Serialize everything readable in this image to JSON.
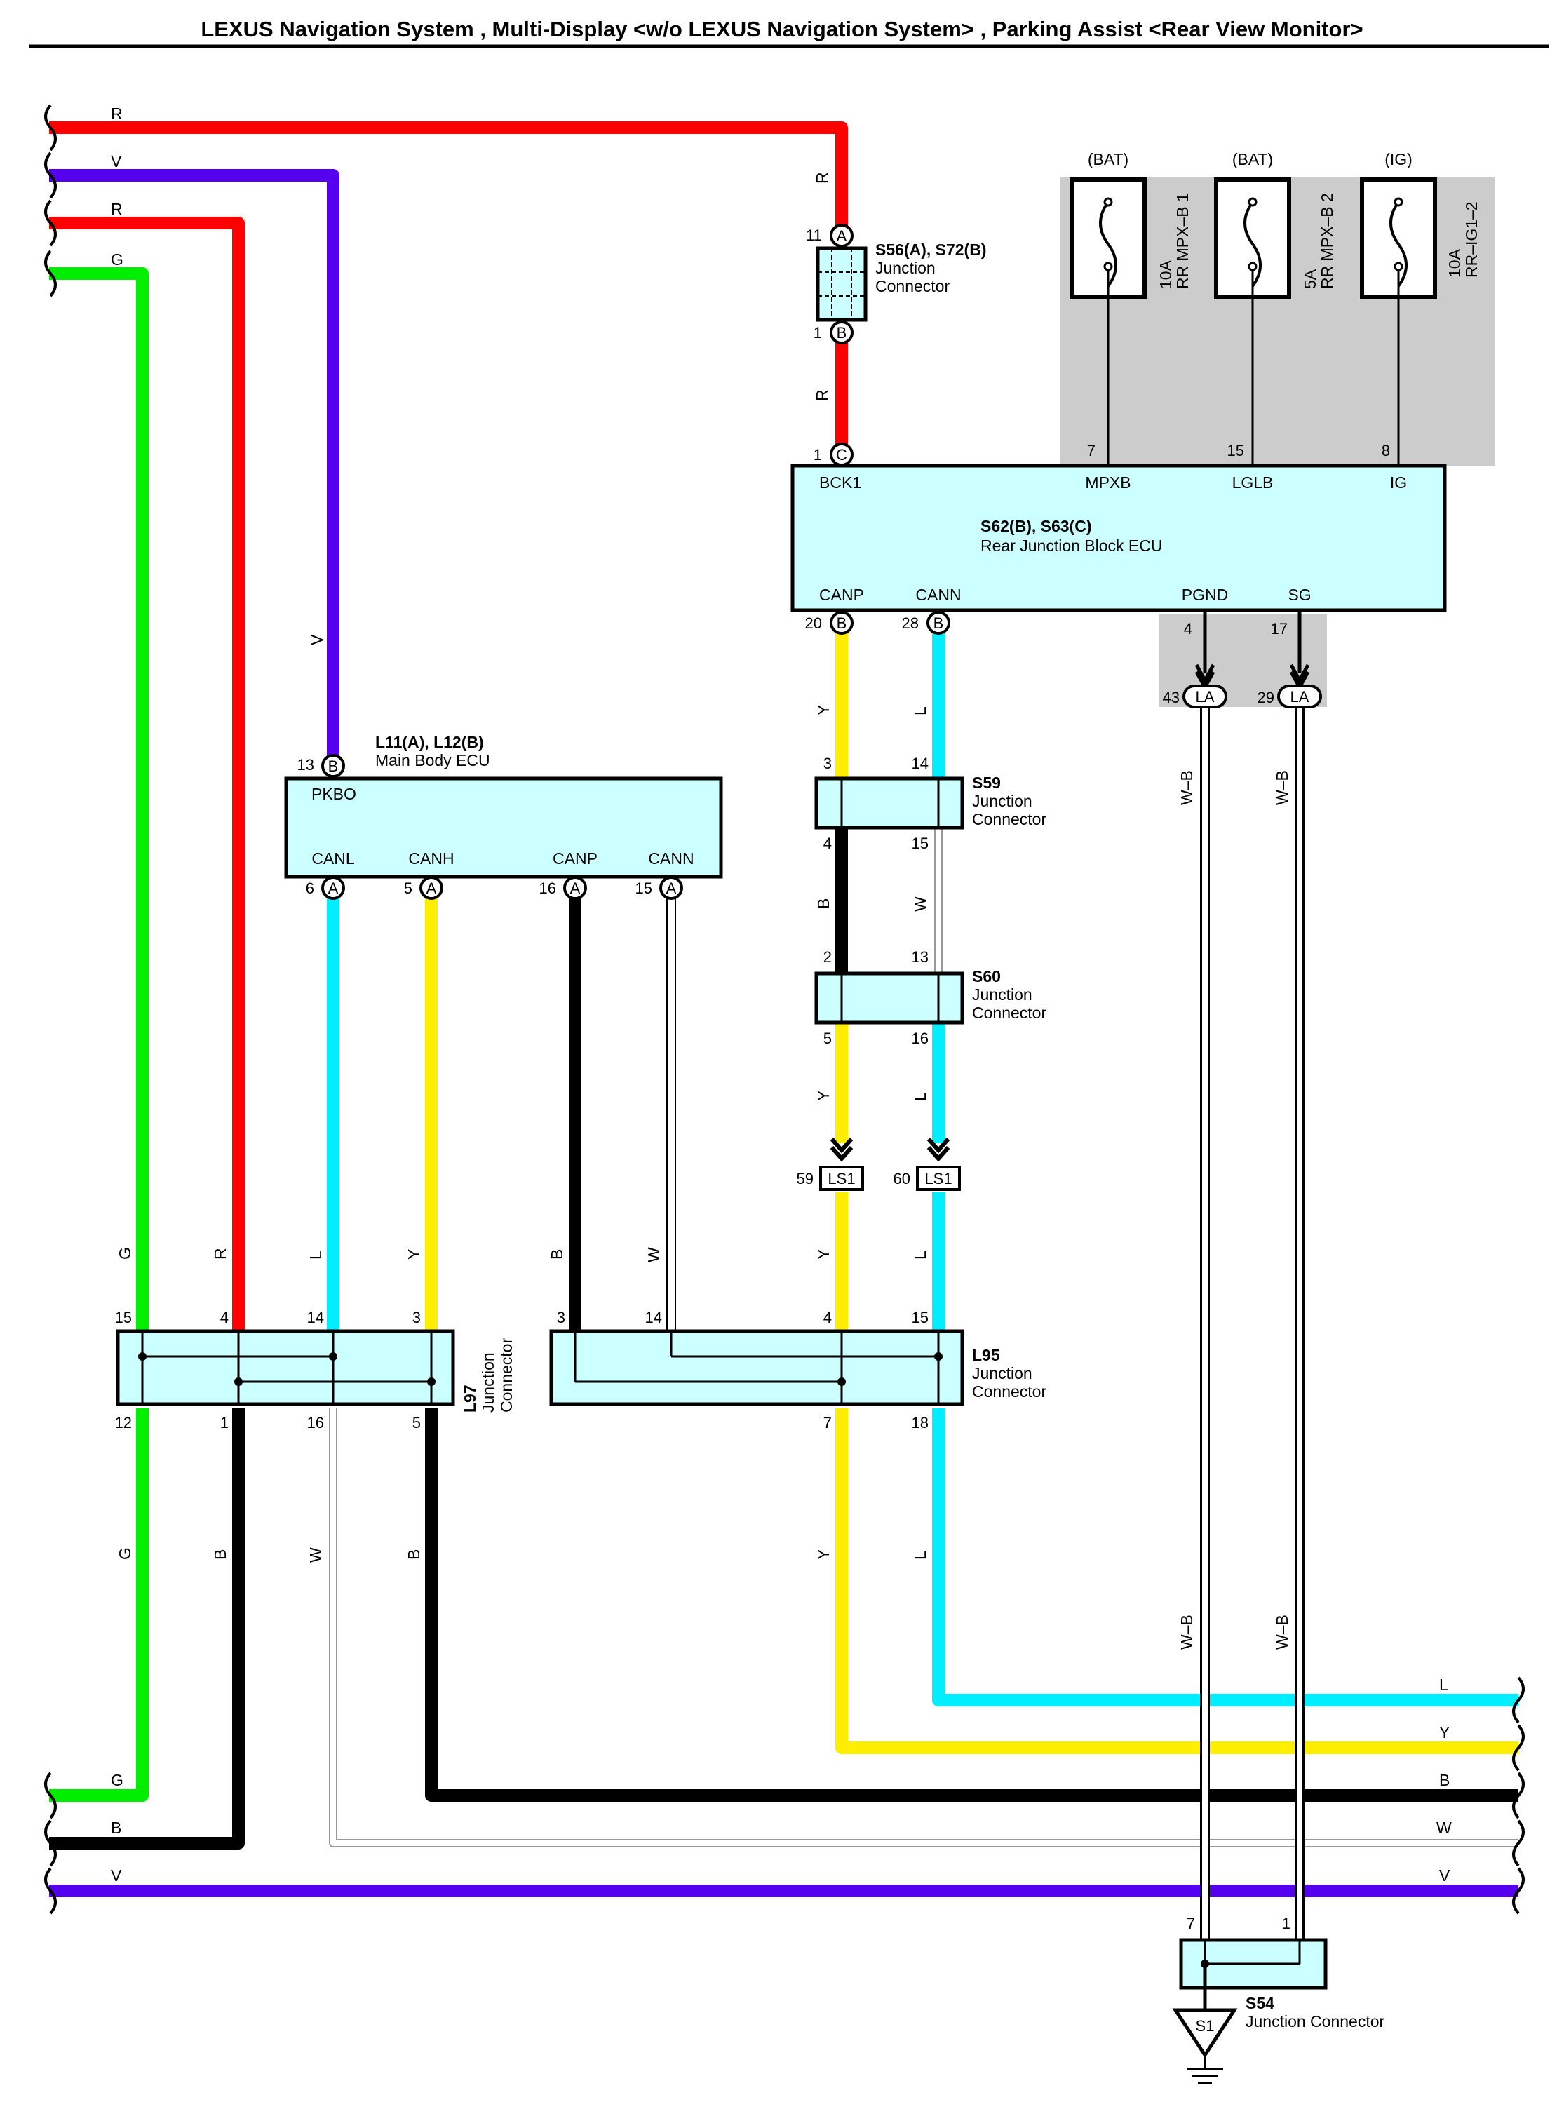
{
  "title": "LEXUS Navigation System , Multi-Display <w/o LEXUS Navigation System> , Parking Assist <Rear View Monitor>",
  "colors": {
    "R": "#ff0000",
    "V": "#5500ee",
    "G": "#00ee00",
    "L": "#00eeff",
    "Y": "#ffee00",
    "B": "#000000",
    "W": "#aaaaaa",
    "W-B": "#000000"
  },
  "wire_codes": {
    "R": "R",
    "V": "V",
    "G": "G",
    "L": "L",
    "Y": "Y",
    "B": "B",
    "W": "W",
    "WB": "W–B"
  },
  "fuses": [
    {
      "source": "(BAT)",
      "rating": "10A",
      "name": "RR MPX–B 1",
      "pin": "7",
      "terminal": "MPXB"
    },
    {
      "source": "(BAT)",
      "rating": "5A",
      "name": "RR MPX–B 2",
      "pin": "15",
      "terminal": "LGLB"
    },
    {
      "source": "(IG)",
      "rating": "10A",
      "name": "RR–IG1–2",
      "pin": "8",
      "terminal": "IG"
    }
  ],
  "s56": {
    "label": "S56(A), S72(B)",
    "desc1": "Junction",
    "desc2": "Connector",
    "pin_top": "11",
    "letter_top": "A",
    "pin_bottom": "1",
    "letter_bottom": "B"
  },
  "rear_ecu": {
    "label": "S62(B), S63(C)",
    "desc": "Rear Junction Block ECU",
    "bck1": "BCK1",
    "bck1_pin": "1",
    "bck1_letter": "C",
    "canp": "CANP",
    "canp_pin": "20",
    "canp_letter": "B",
    "cann": "CANN",
    "cann_pin": "28",
    "cann_letter": "B",
    "pgnd": "PGND",
    "pgnd_pin": "4",
    "sg": "SG",
    "sg_pin": "17"
  },
  "la": {
    "letter": "LA",
    "pin1": "43",
    "pin2": "29"
  },
  "main_ecu": {
    "label": "L11(A), L12(B)",
    "desc": "Main Body ECU",
    "pkbo": "PKBO",
    "pkbo_pin": "13",
    "pkbo_letter": "B",
    "canl": "CANL",
    "canl_pin": "6",
    "canh": "CANH",
    "canh_pin": "5",
    "canp": "CANP",
    "canp_pin": "16",
    "cann": "CANN",
    "cann_pin": "15",
    "letter": "A"
  },
  "s59": {
    "name": "S59",
    "desc1": "Junction",
    "desc2": "Connector",
    "p1": "3",
    "p2": "14",
    "p3": "4",
    "p4": "15"
  },
  "s60": {
    "name": "S60",
    "desc1": "Junction",
    "desc2": "Connector",
    "p1": "2",
    "p2": "13",
    "p3": "5",
    "p4": "16"
  },
  "ls1": {
    "letter": "LS1",
    "pin1": "59",
    "pin2": "60"
  },
  "l97": {
    "name": "L97",
    "desc1": "Junction",
    "desc2": "Connector",
    "top": [
      "15",
      "4",
      "14",
      "3"
    ],
    "bottom": [
      "12",
      "1",
      "16",
      "5"
    ]
  },
  "l95": {
    "name": "L95",
    "desc1": "Junction",
    "desc2": "Connector",
    "top": [
      "3",
      "14",
      "4",
      "15"
    ],
    "bottom": [
      "7",
      "18"
    ]
  },
  "s54": {
    "name": "S54",
    "desc": "Junction Connector",
    "pin1": "7",
    "pin2": "1",
    "ground": "S1"
  }
}
